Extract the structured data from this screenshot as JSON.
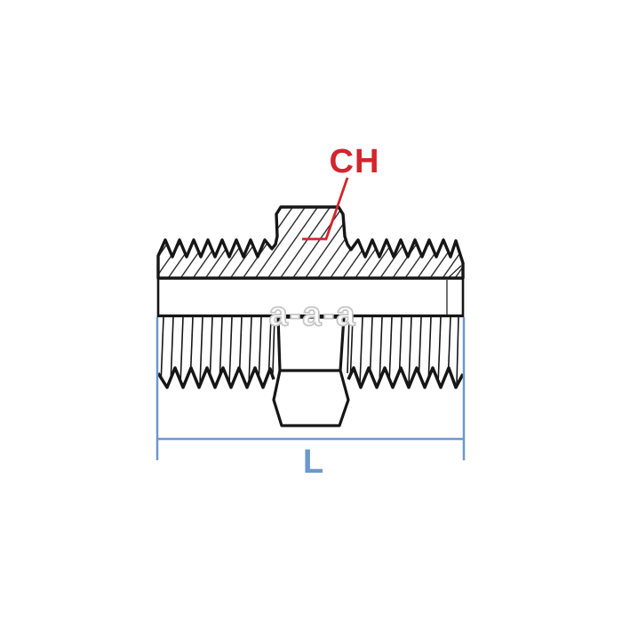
{
  "drawing": {
    "callout_label": "CH",
    "dimension_label": "L",
    "watermark_text": "a-a-a"
  },
  "colors": {
    "line_black": "#161616",
    "callout_red": "#d2252d",
    "dimension_blue": "#6d98cc",
    "watermark_gray": "#c4c4c4",
    "background": "#ffffff"
  }
}
